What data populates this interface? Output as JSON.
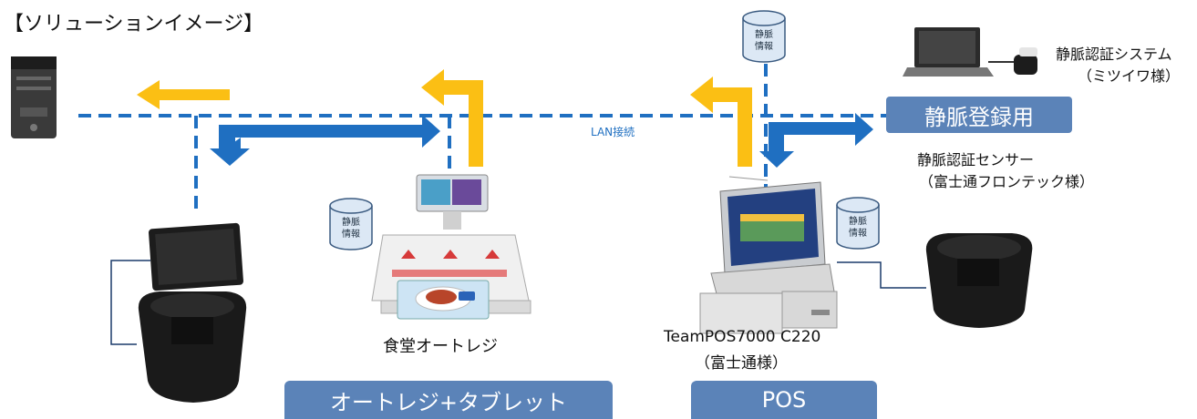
{
  "title": "【ソリューションイメージ】",
  "lan_label": "LAN接続",
  "db_label_top": "静脈",
  "db_label_bottom": "情報",
  "vein_system": {
    "line1": "静脈認証システム",
    "line2": "（ミツイワ様）"
  },
  "vein_sensor": {
    "line1": "静脈認証センサー",
    "line2": "（富士通フロンテック様）"
  },
  "register_box": "静脈登録用",
  "autoregi_label": "食堂オートレジ",
  "pos_model": {
    "line1": "TeamPOS7000 C220",
    "line2": "（富士通様）"
  },
  "bottom_boxes": {
    "autoregi_tablet": "オートレジ+タブレット",
    "pos": "POS"
  },
  "colors": {
    "lan_blue": "#1f6fc1",
    "arrow_yellow": "#fbbf14",
    "box_blue": "#5b83b8"
  }
}
